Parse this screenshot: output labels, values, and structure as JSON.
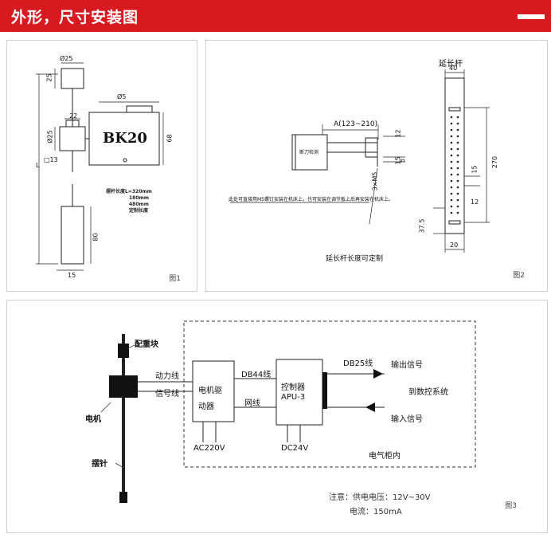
{
  "header": {
    "title": "外形，尺寸安装图"
  },
  "fig1": {
    "label": "图1",
    "dims": {
      "d25_top": "Ø25",
      "h25": "25",
      "d85": "Ø5",
      "d22": "22",
      "d75": "Ø25",
      "sq13": "□13",
      "h68": "68",
      "L": "L",
      "h80": "80",
      "w15": "15"
    },
    "box_text": "BK20",
    "length_notes": [
      "摆杆长度L=320mm",
      "180mm",
      "480mm",
      "定制长度"
    ]
  },
  "fig2": {
    "label": "图2",
    "title_rod": "延长杆",
    "dim_A": "A(123~210)",
    "dim_12a": "12",
    "dim_15": "15",
    "dim_5": "5",
    "dim_3xM5": "3×M5",
    "note": "此处可直接用M5螺钉安装在机床上，也可安装在调节板上后再安装在机床上。",
    "device_text": "断刀检测",
    "rod_dims": {
      "w40": "40",
      "h270": "270",
      "d15": "15",
      "d12": "12",
      "d375": "37.5",
      "w20": "20"
    },
    "caption": "延长杆长度可定制"
  },
  "fig3": {
    "label": "图3",
    "weight": "配重块",
    "motor": "电机",
    "pendulum": "摆针",
    "power_line": "动力线",
    "signal_line": "信号线",
    "driver_line1": "电机驱",
    "driver_line2": "动器",
    "db44": "DB44线",
    "net": "网线",
    "ctrl_line1": "控制器",
    "ctrl_line2": "APU-3",
    "db25": "DB25线",
    "out_signal": "输出信号",
    "to_cnc": "到数控系统",
    "in_signal": "输入信号",
    "ac": "AC220V",
    "dc": "DC24V",
    "cabinet": "电气柜内",
    "note1": "注意：供电电压：12V~30V",
    "note2": "电流：150mA"
  }
}
